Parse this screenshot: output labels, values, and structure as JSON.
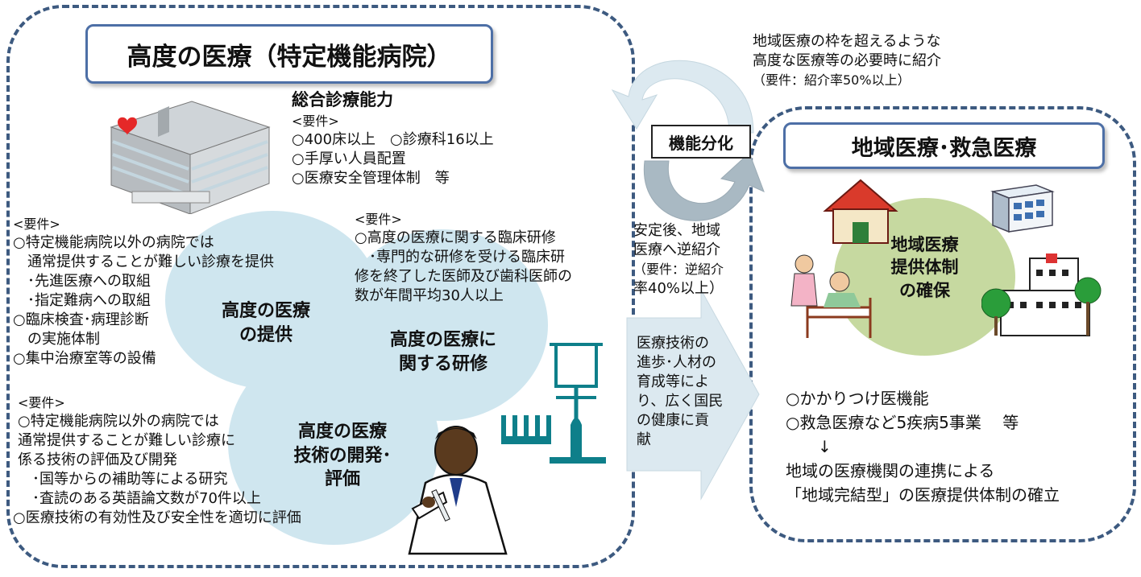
{
  "left_panel": {
    "title": "高度の医療（特定機能病院）",
    "capability": {
      "heading": "総合診療能力",
      "lines": [
        "<要件>",
        "○400床以上　○診療科16以上",
        "○手厚い人員配置",
        "○医療安全管理体制　等"
      ]
    },
    "circles": {
      "provision": "高度の医療\nの提供",
      "training": "高度の医療に\n関する研修",
      "development": "高度の医療\n技術の開発･\n評価"
    },
    "req_provision": [
      "<要件>",
      "○特定機能病院以外の病院では",
      "　通常提供することが難しい診療を提供",
      "　･先進医療への取組",
      "　･指定難病への取組",
      "○臨床検査･病理診断",
      "　の実施体制",
      "○集中治療室等の設備"
    ],
    "req_training": [
      "<要件>",
      "○高度の医療に関する臨床研修",
      "　･専門的な研修を受ける臨床研",
      "修を終了した医師及び歯科医師の",
      "数が年間平均30人以上"
    ],
    "req_development": [
      "<要件>",
      "○特定機能病院以外の病院では",
      "通常提供することが難しい診療に",
      "係る技術の評価及び開発",
      "　･国等からの補助等による研究",
      "　･査読のある英語論文数が70件以上",
      "○医療技術の有効性及び安全性を適切に評価"
    ]
  },
  "middle": {
    "referral_top": [
      "地域医療の枠を超えるような",
      "高度な医療等の必要時に紹介",
      "（要件：紹介率50%以上）"
    ],
    "function_label": "機能分化",
    "referral_back": [
      "安定後、地域",
      "医療へ逆紹介",
      "（要件：逆紹介",
      "率40%以上）"
    ],
    "contribution": [
      "医療技術の",
      "進歩･人材の",
      "育成等によ",
      "り、広く国民",
      "の健康に貢",
      "献"
    ]
  },
  "right_panel": {
    "title": "地域医療･救急医療",
    "circle": "地域医療\n提供体制\nの確保",
    "lines": [
      "○かかりつけ医機能",
      "○救急医療など5疾病5事業　 等",
      "　　↓",
      "地域の医療機関の連携による",
      "「地域完結型」の医療提供体制の確立"
    ]
  },
  "colors": {
    "frame": "#3d5a80",
    "circle_blue": "#cfe6ef",
    "circle_green": "#c6d9a0",
    "arrow": "#d9e8ef"
  }
}
